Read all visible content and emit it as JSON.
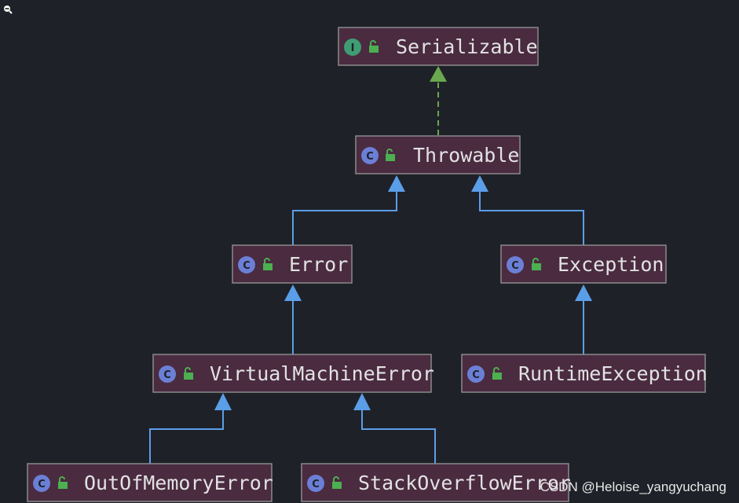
{
  "nodes": {
    "serializable": {
      "kind": "I",
      "label": "Serializable"
    },
    "throwable": {
      "kind": "C",
      "label": "Throwable"
    },
    "error": {
      "kind": "C",
      "label": "Error"
    },
    "exception": {
      "kind": "C",
      "label": "Exception"
    },
    "virtualmachineerror": {
      "kind": "C",
      "label": "VirtualMachineError"
    },
    "runtimeexception": {
      "kind": "C",
      "label": "RuntimeException"
    },
    "outofmemoryerror": {
      "kind": "C",
      "label": "OutOfMemoryError"
    },
    "stackoverflowerror": {
      "kind": "C",
      "label": "StackOverflowError"
    }
  },
  "edges": [
    {
      "from": "throwable",
      "to": "serializable",
      "type": "implements"
    },
    {
      "from": "error",
      "to": "throwable",
      "type": "extends"
    },
    {
      "from": "exception",
      "to": "throwable",
      "type": "extends"
    },
    {
      "from": "virtualmachineerror",
      "to": "error",
      "type": "extends"
    },
    {
      "from": "runtimeexception",
      "to": "exception",
      "type": "extends"
    },
    {
      "from": "outofmemoryerror",
      "to": "virtualmachineerror",
      "type": "extends"
    },
    {
      "from": "stackoverflowerror",
      "to": "virtualmachineerror",
      "type": "extends"
    }
  ],
  "colors": {
    "background": "#1f2128",
    "node_fill": "#4a2b40",
    "interface_badge": "#3f9c73",
    "class_badge": "#6b7fd6",
    "extends_edge": "#5a9ee8",
    "implements_edge": "#6aa84f"
  },
  "watermark": "CSDN @Heloise_yangyuchang",
  "icons": {
    "cursor": "zoom-cursor-icon",
    "lock": "lock-open-icon"
  }
}
